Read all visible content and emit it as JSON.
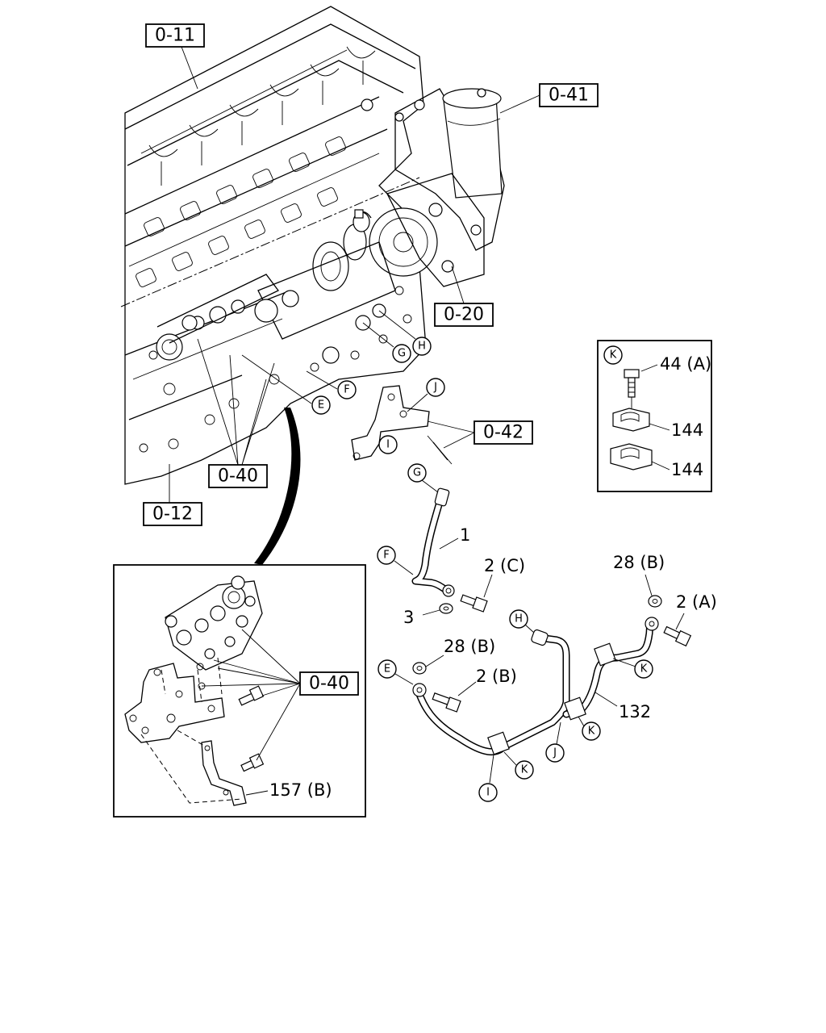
{
  "references": {
    "r011": "0-11",
    "r041": "0-41",
    "r020": "0-20",
    "r042": "0-42",
    "r040_top": "0-40",
    "r012": "0-12",
    "r040_inset": "0-40"
  },
  "parts": {
    "p1": "1",
    "p2a": "2 (A)",
    "p2b": "2 (B)",
    "p2c": "2 (C)",
    "p3": "3",
    "p28b_top": "28 (B)",
    "p28b_mid": "28 (B)",
    "p132": "132",
    "p157b": "157 (B)",
    "p44a": "44 (A)",
    "p144_top": "144",
    "p144_bot": "144"
  },
  "callouts": {
    "k_legend": "K",
    "e_engine": "E",
    "f_engine": "F",
    "g_engine": "G",
    "h_engine": "H",
    "i_bracket": "I",
    "j_bracket": "J",
    "g_pipe": "G",
    "f_pipe": "F",
    "h_pipe": "H",
    "e_pipe": "E",
    "k_pipe_a": "K",
    "k_pipe_b": "K",
    "k_pipe_c": "K",
    "j_pipe": "J",
    "i_pipe": "I"
  }
}
